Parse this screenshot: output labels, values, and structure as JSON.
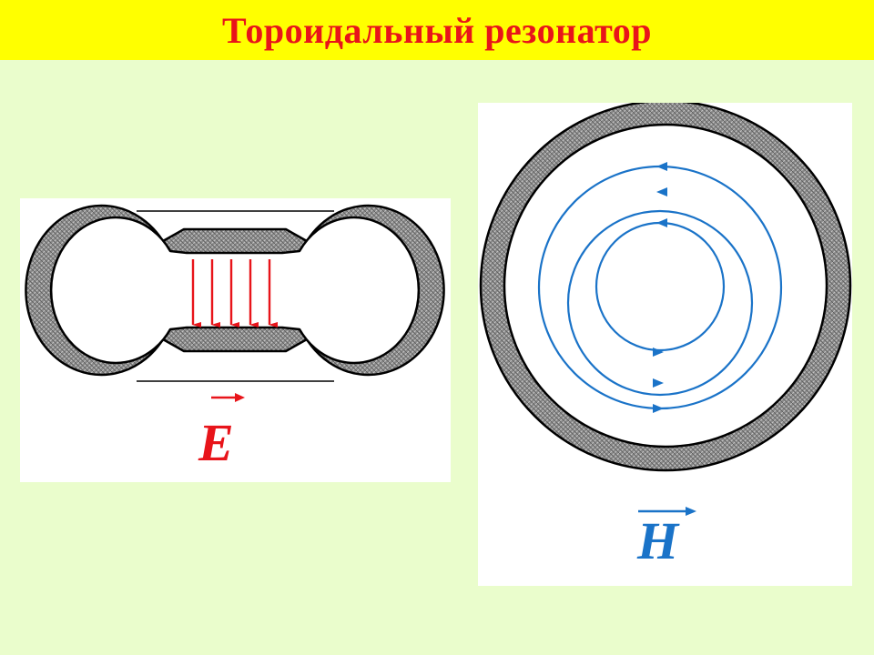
{
  "title": "Тороидальный резонатор",
  "colors": {
    "title_bg": "#ffff00",
    "title_text": "#e8141a",
    "page_bg": "#eafdcc",
    "panel_bg": "#ffffff",
    "e_field": "#e8141a",
    "h_field": "#1a73c8",
    "wall": "#7a7a7a"
  },
  "diagrams": {
    "cross_section": {
      "field_label": "E",
      "field_lines_count": 5,
      "field_direction": "down"
    },
    "top_view": {
      "field_label": "H",
      "field_loops_count": 3,
      "field_direction": "circular"
    }
  }
}
